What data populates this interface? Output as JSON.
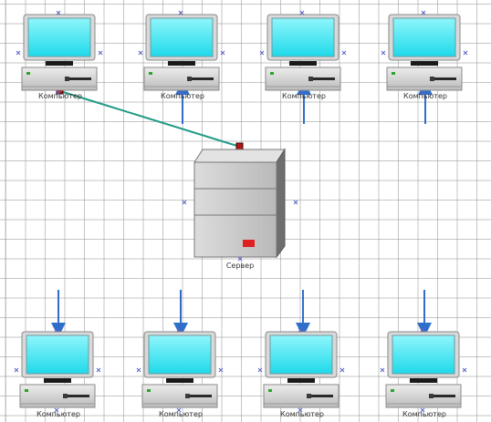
{
  "diagram": {
    "title": "",
    "labels": {
      "computer": "Компьютер",
      "server": "Сервер"
    },
    "nodes": [
      {
        "id": "pc-top-1",
        "kind": "computer",
        "label": "Компьютер"
      },
      {
        "id": "pc-top-2",
        "kind": "computer",
        "label": "Компьютер"
      },
      {
        "id": "pc-top-3",
        "kind": "computer",
        "label": "Компьютер"
      },
      {
        "id": "pc-top-4",
        "kind": "computer",
        "label": "Компьютер"
      },
      {
        "id": "server",
        "kind": "server",
        "label": "Сервер"
      },
      {
        "id": "pc-bottom-1",
        "kind": "computer",
        "label": "Компьютер"
      },
      {
        "id": "pc-bottom-2",
        "kind": "computer",
        "label": "Компьютер"
      },
      {
        "id": "pc-bottom-3",
        "kind": "computer",
        "label": "Компьютер"
      },
      {
        "id": "pc-bottom-4",
        "kind": "computer",
        "label": "Компьютер"
      }
    ],
    "edges": [
      {
        "from": "pc-top-1",
        "to": "server",
        "style": "connector"
      }
    ]
  },
  "colors": {
    "screen": "#2fe6f2",
    "monitor": "#d9d9d9",
    "case": "#cfcfcf",
    "connector": "#1f9a86",
    "arrow": "#2f6fc9",
    "handle": "#b01818",
    "marker": "#5b62c9"
  }
}
